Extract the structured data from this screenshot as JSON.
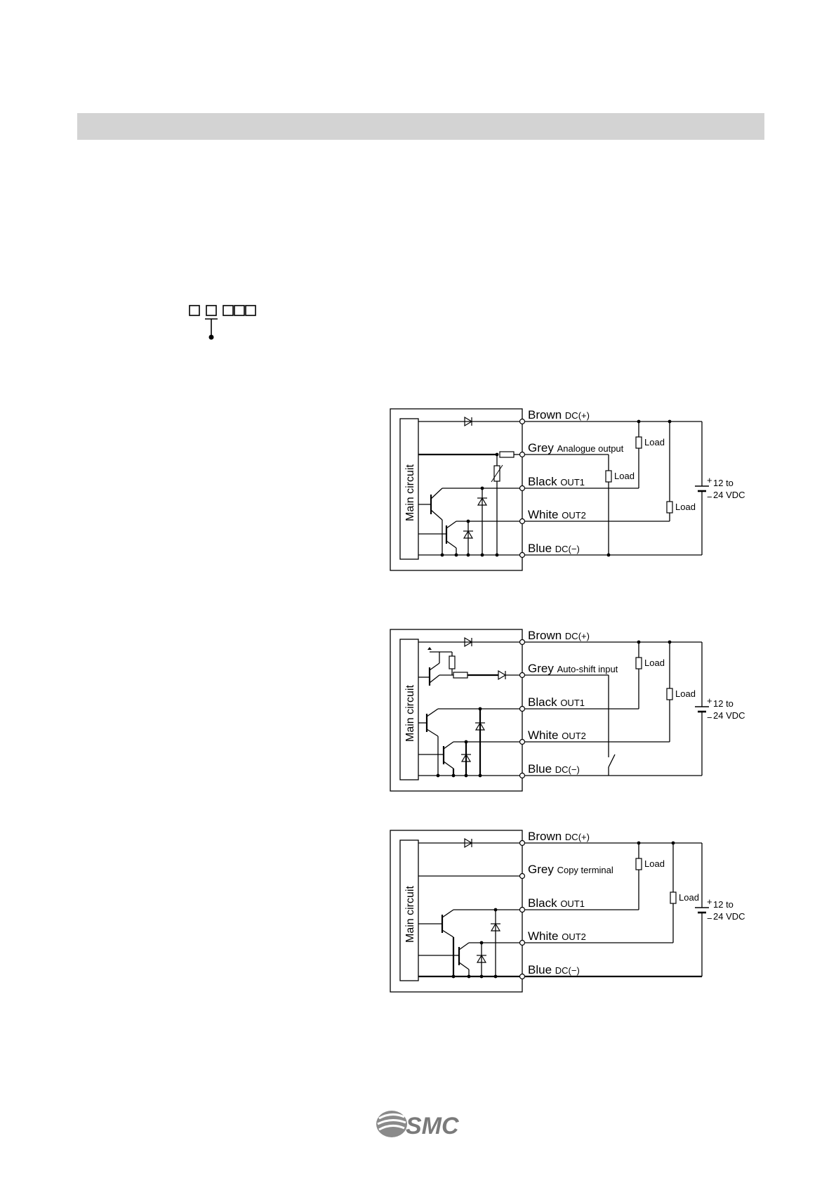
{
  "diagram_common": {
    "main_circuit": "Main circuit",
    "wire_brown": "Brown",
    "wire_brown_sub": "DC(+)",
    "wire_grey": "Grey",
    "wire_black": "Black",
    "wire_black_sub": "OUT1",
    "wire_white": "White",
    "wire_white_sub": "OUT2",
    "wire_blue": "Blue",
    "wire_blue_sub": "DC(−)",
    "load": "Load",
    "supply_line1": "12 to",
    "supply_line2": "24 VDC",
    "plus": "+",
    "minus": "−"
  },
  "diagrams": [
    {
      "grey_sub": "Analogue output"
    },
    {
      "grey_sub": "Auto-shift input"
    },
    {
      "grey_sub": "Copy terminal"
    }
  ],
  "logo": {
    "text": "SMC",
    "mark": "smc-logo"
  }
}
